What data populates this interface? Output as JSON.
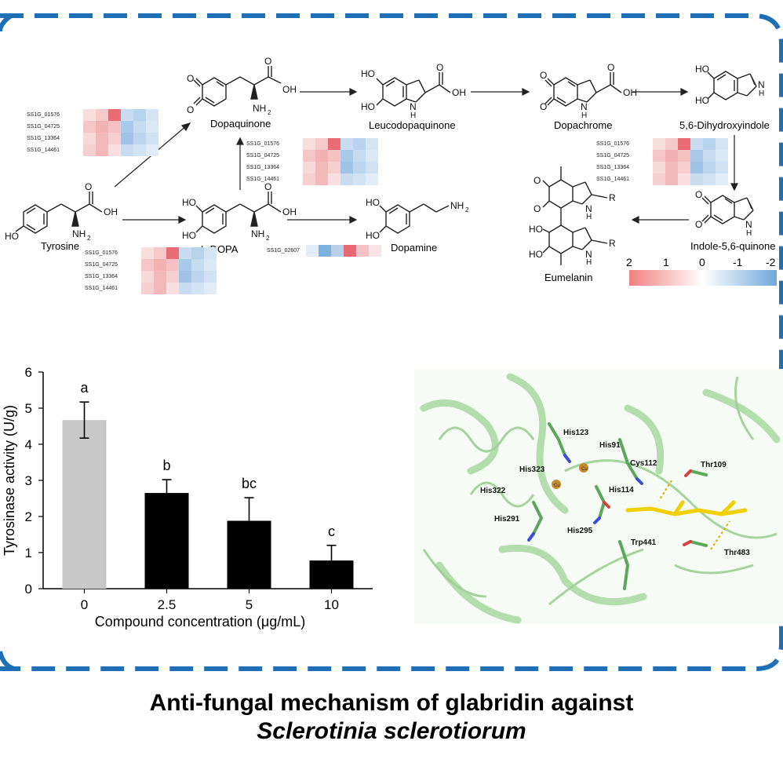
{
  "pathway": {
    "compounds": {
      "tyrosine": "Tyrosine",
      "ldopa": "L-DOPA",
      "dopamine": "Dopamine",
      "dopaquinone": "Dopaquinone",
      "leucodopaquinone": "Leucodopaquinone",
      "dopachrome": "Dopachrome",
      "dihydroxyindole": "5,6-Dihydroxyindole",
      "indolequinone": "Indole-5,6-quinone",
      "eumelanin": "Eumelanin"
    },
    "heatmap_genes": [
      "SS1G_01576",
      "SS1G_04725",
      "SS1G_13364",
      "SS1G_14461"
    ],
    "single_gene": "SS1G_02607",
    "color_scale": {
      "ticks": [
        "2",
        "1",
        "0",
        "-1",
        "-2"
      ],
      "high_color": "#f08080",
      "low_color": "#6fa8dc"
    }
  },
  "chart_data": {
    "type": "bar",
    "categories": [
      "0",
      "2.5",
      "5",
      "10"
    ],
    "values": [
      4.67,
      2.65,
      1.88,
      0.78
    ],
    "errors": [
      0.5,
      0.37,
      0.64,
      0.42
    ],
    "significance_letters": [
      "a",
      "b",
      "bc",
      "c"
    ],
    "bar_colors": [
      "#c8c8c8",
      "#000000",
      "#000000",
      "#000000"
    ],
    "xlabel": "Compound concentration (μg/mL)",
    "ylabel": "Tyrosinase activity (U/g)",
    "ylim": [
      0,
      6
    ],
    "yticks": [
      0,
      1,
      2,
      3,
      4,
      5,
      6
    ],
    "grid": false
  },
  "docking": {
    "residues": [
      "His123",
      "His91",
      "Cys112",
      "Thr109",
      "His323",
      "His322",
      "His114",
      "His291",
      "His295",
      "Trp441",
      "Thr483"
    ],
    "metal_labels": [
      "Cu",
      "Cu"
    ]
  },
  "title": {
    "line1": "Anti-fungal mechanism of glabridin against",
    "line2": "Sclerotinia sclerotiorum"
  }
}
